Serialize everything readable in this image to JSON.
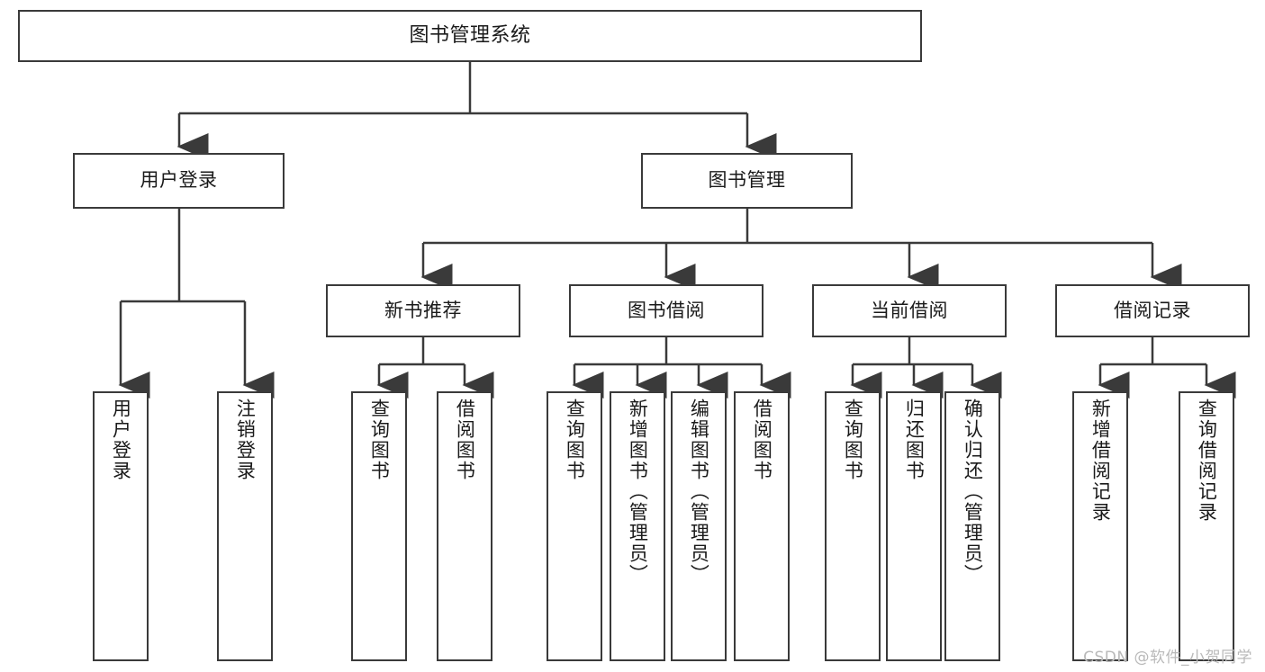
{
  "diagram": {
    "title": "图书管理系统",
    "watermark": "CSDN @软件_小贺同学",
    "colors": {
      "stroke": "#3a3a3a",
      "fill": "#ffffff",
      "text": "#1a1a1a",
      "watermark": "#b9b9b9"
    },
    "levels": {
      "root": {
        "label": "图书管理系统"
      },
      "level2": [
        {
          "id": "user-login",
          "label": "用户登录"
        },
        {
          "id": "book-management",
          "label": "图书管理"
        }
      ],
      "level3": [
        {
          "id": "new-book-recommend",
          "label": "新书推荐"
        },
        {
          "id": "book-borrow",
          "label": "图书借阅"
        },
        {
          "id": "current-borrow",
          "label": "当前借阅"
        },
        {
          "id": "borrow-record",
          "label": "借阅记录"
        }
      ],
      "leaves": {
        "user-login": [
          {
            "id": "leaf-user-login",
            "label": "用户登录"
          },
          {
            "id": "leaf-user-logout",
            "label": "注销登录"
          }
        ],
        "new-book-recommend": [
          {
            "id": "leaf-query-book-rec",
            "label": "查询图书"
          },
          {
            "id": "leaf-borrow-book-rec",
            "label": "借阅图书"
          }
        ],
        "book-borrow": [
          {
            "id": "leaf-query-book-borrow",
            "label": "查询图书"
          },
          {
            "id": "leaf-add-book",
            "label": "新增图书（管理员）"
          },
          {
            "id": "leaf-edit-book",
            "label": "编辑图书（管理员）"
          },
          {
            "id": "leaf-borrow-book",
            "label": "借阅图书"
          }
        ],
        "current-borrow": [
          {
            "id": "leaf-query-book-current",
            "label": "查询图书"
          },
          {
            "id": "leaf-return-book",
            "label": "归还图书"
          },
          {
            "id": "leaf-confirm-return",
            "label": "确认归还（管理员）"
          }
        ],
        "borrow-record": [
          {
            "id": "leaf-add-record",
            "label": "新增借阅记录"
          },
          {
            "id": "leaf-query-record",
            "label": "查询借阅记录"
          }
        ]
      }
    }
  }
}
